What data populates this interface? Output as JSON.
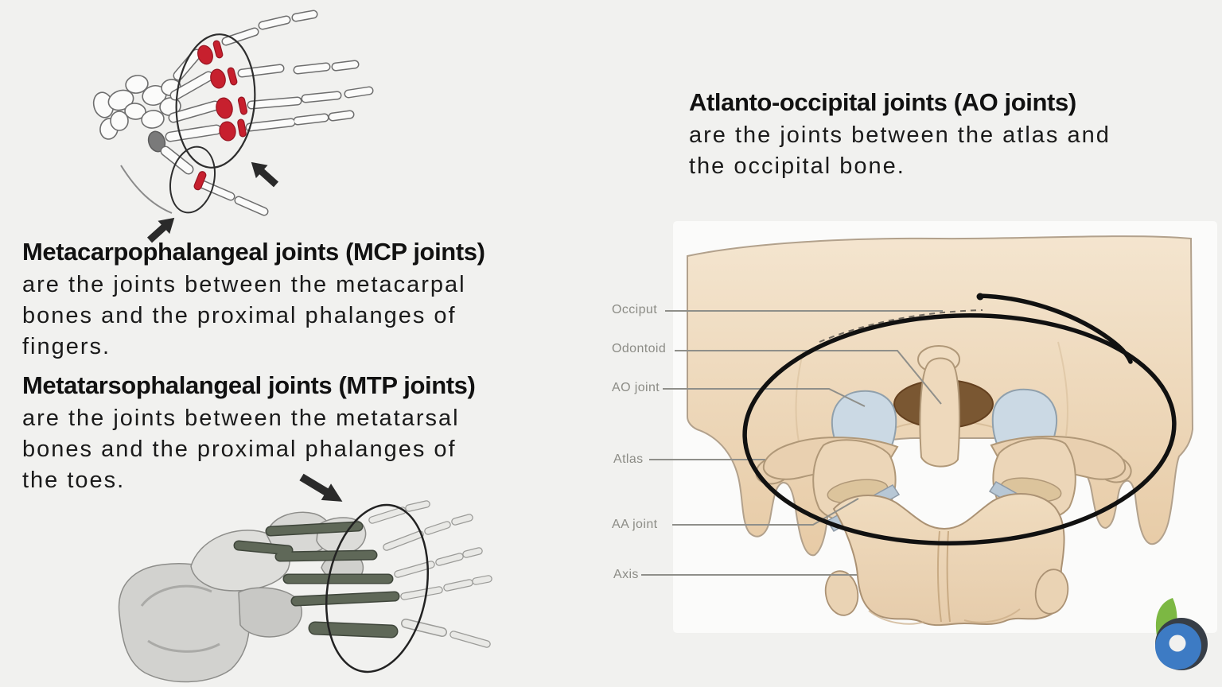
{
  "page": {
    "background_color": "#f1f1ef",
    "text_color": "#161616"
  },
  "sections": {
    "mcp": {
      "title": "Metacarpophalangeal joints (MCP joints)",
      "body": [
        "are the joints between the metacarpal",
        "bones and the proximal phalanges of",
        "fingers."
      ]
    },
    "mtp": {
      "title": "Metatarsophalangeal joints (MTP joints)",
      "body": [
        "are the joints between the metatarsal",
        "bones and the proximal phalanges of",
        "the toes."
      ]
    },
    "ao": {
      "title": "Atlanto-occipital joints (AO joints)",
      "body": [
        "are the joints between the atlas and",
        "the occipital bone."
      ]
    }
  },
  "ao_diagram": {
    "labels": [
      {
        "text": "Occiput"
      },
      {
        "text": "Odontoid"
      },
      {
        "text": "AO joint"
      },
      {
        "text": "Atlas"
      },
      {
        "text": "AA joint"
      },
      {
        "text": "Axis"
      }
    ],
    "label_color": "#8c8c86",
    "bone_color": "#ecd4b5",
    "cartilage_color": "#cbd9e4",
    "annotation_circle_color": "#111111"
  },
  "hand_illustration": {
    "highlight_color": "#c7202e"
  },
  "foot_illustration": {
    "highlight_color": "#5f6858"
  },
  "logo_colors": {
    "green": "#7cb843",
    "dark": "#373e47",
    "blue": "#3d7bc4"
  }
}
